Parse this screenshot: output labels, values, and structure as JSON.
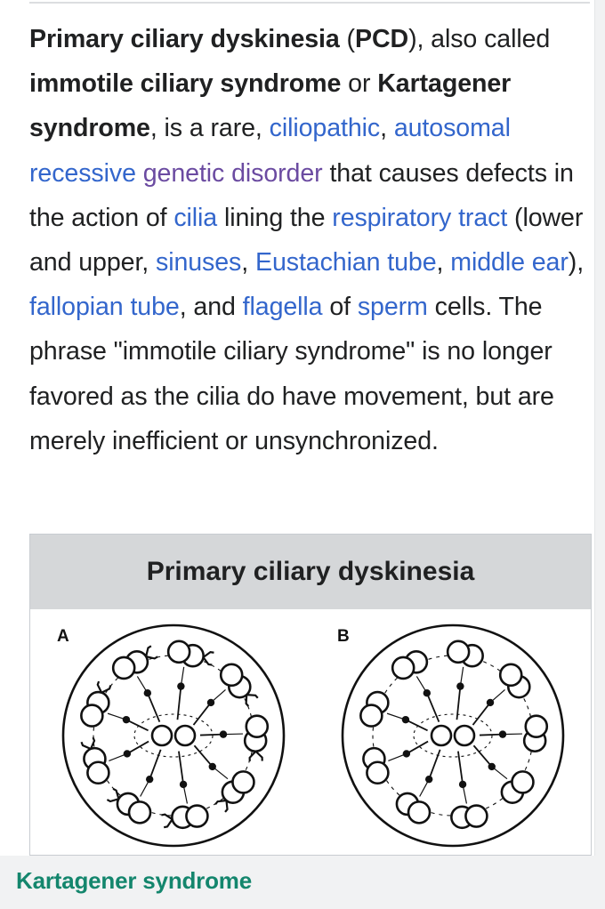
{
  "article": {
    "term": "Primary ciliary dyskinesia",
    "abbr_open": " (",
    "abbr": "PCD",
    "abbr_close": "), also called ",
    "alt1": "immotile ciliary syndrome",
    "or": " or ",
    "alt2": "Kartagener syndrome",
    "is_rare": ", is a rare, ",
    "link_ciliopathic": "ciliopathic",
    "comma1": ", ",
    "link_autosomal_recessive": "autosomal recessive",
    "space1": " ",
    "link_genetic_disorder": "genetic disorder",
    "causes_defects": " that causes defects in the action of ",
    "link_cilia": "cilia",
    "lining_the": " lining the ",
    "link_respiratory_tract": "respiratory tract",
    "lower_upper": " (lower and upper, ",
    "link_sinuses": "sinuses",
    "comma2": ", ",
    "link_eustachian_tube": "Eustachian tube",
    "comma3": ", ",
    "link_middle_ear": "middle ear",
    "paren_close": "), ",
    "link_fallopian_tube": "fallopian tube",
    "and": ", and ",
    "link_flagella": "flagella",
    "of": " of ",
    "link_sperm": "sperm",
    "rest": " cells. The phrase \"immotile ciliary syndrome\" is no longer favored as the cilia do have movement, but are merely inefficient or unsynchronized."
  },
  "infobox": {
    "title": "Primary ciliary dyskinesia",
    "label_a": "A",
    "label_b": "B"
  },
  "caption_link": "Kartagener syndrome",
  "colors": {
    "link": "#3366cc",
    "visited_link": "#6b4ba1",
    "caption_link": "#14866d",
    "infobox_header": "#d5d7d9"
  }
}
